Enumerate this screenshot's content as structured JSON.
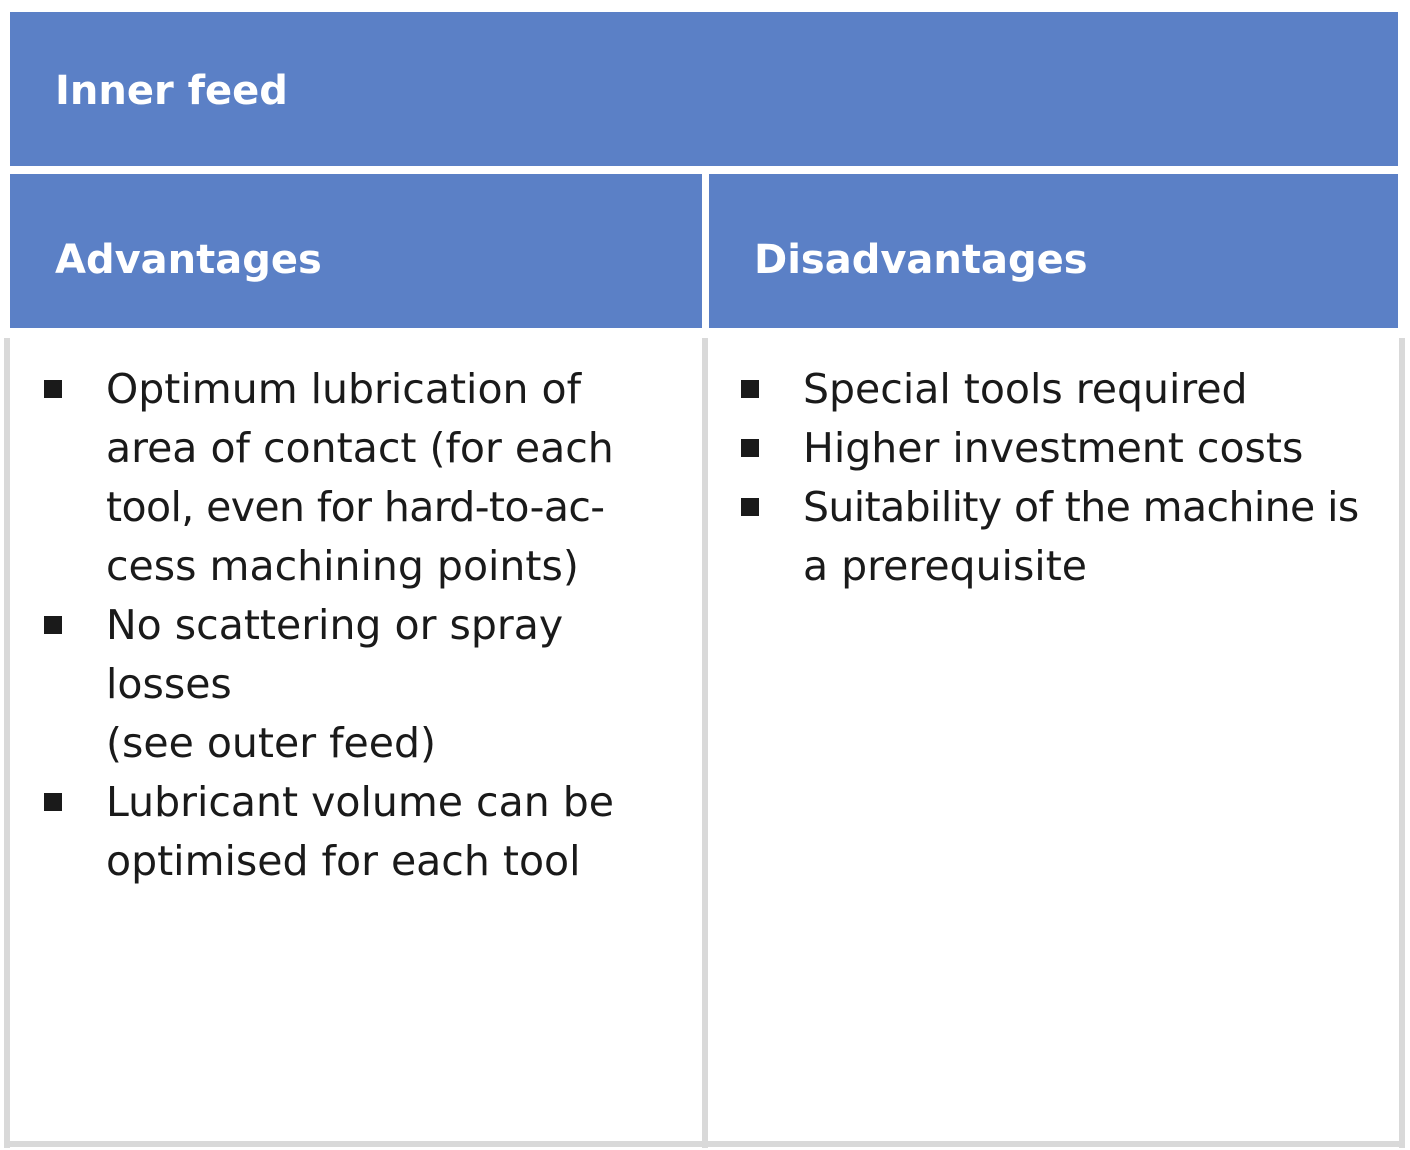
{
  "table": {
    "title": "Inner feed",
    "columns": [
      {
        "header": "Advantages",
        "items": [
          {
            "lines": [
              "Optimum lubrication of",
              "area of contact (for each",
              "tool, even for hard-to-ac-",
              "cess machining points)"
            ]
          },
          {
            "lines": [
              "No scattering or spray",
              "losses",
              "(see outer feed)"
            ]
          },
          {
            "lines": [
              "Lubricant volume can be",
              "optimised for each tool"
            ]
          }
        ]
      },
      {
        "header": "Disadvantages",
        "items": [
          {
            "lines": [
              "Special tools required"
            ]
          },
          {
            "lines": [
              "Higher investment costs"
            ]
          },
          {
            "lines": [
              "Suitability of the machine is",
              "a prerequisite"
            ]
          }
        ]
      }
    ]
  },
  "colors": {
    "header_bg": "#5b80c6",
    "header_text": "#ffffff",
    "border": "#d9d9d9",
    "body_text": "#1a1a1a"
  },
  "icons": {
    "bullet": "square-bullet-icon"
  }
}
